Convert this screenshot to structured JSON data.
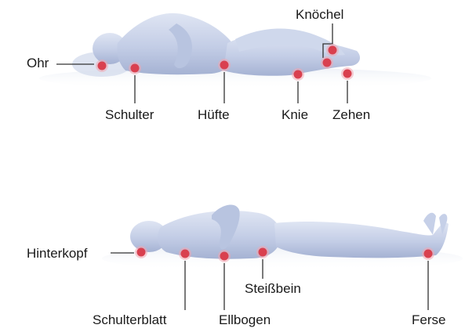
{
  "side_lying": {
    "labels": {
      "ear": "Ohr",
      "ankle": "Knöchel",
      "shoulder": "Schulter",
      "hip": "Hüfte",
      "knee": "Knie",
      "toes": "Zehen"
    }
  },
  "supine": {
    "labels": {
      "back_of_head": "Hinterkopf",
      "shoulder_blade": "Schulterblatt",
      "elbow": "Ellbogen",
      "tailbone": "Steißbein",
      "heel": "Ferse"
    }
  },
  "colors": {
    "pressure_point": "#d9404f",
    "pressure_point_glow": "#f3a6b0",
    "leader_line": "#333333",
    "body_fill": "#c9d3ea",
    "body_shade": "#a9b6d6",
    "mattress": "#e3e8f2"
  }
}
